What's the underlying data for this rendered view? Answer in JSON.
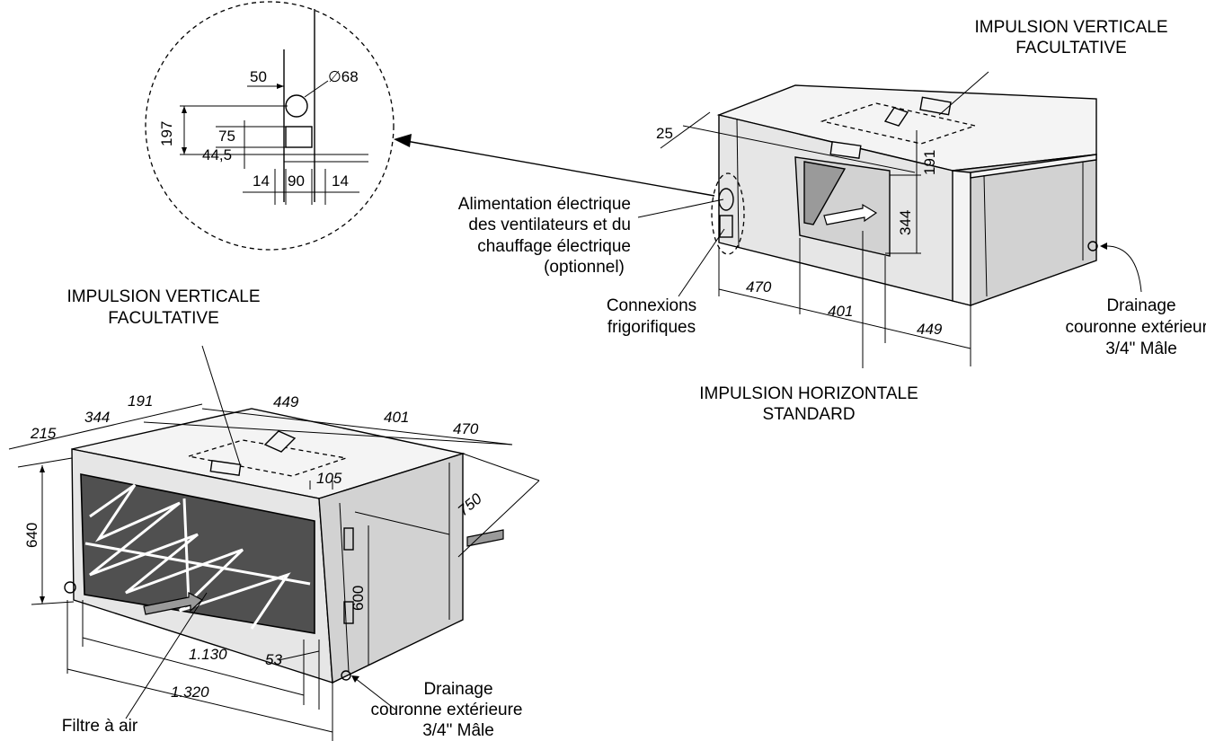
{
  "detail": {
    "dims": {
      "d50": "50",
      "d68": "∅68",
      "d197": "197",
      "d75": "75",
      "d445": "44,5",
      "d14a": "14",
      "d90": "90",
      "d14b": "14"
    }
  },
  "right_unit": {
    "top_label_1": "IMPULSION VERTICALE",
    "top_label_2": "FACULTATIVE",
    "power_label_1": "Alimentation électrique",
    "power_label_2": "des ventilateurs et du",
    "power_label_3": "chauffage électrique",
    "power_label_4": "(optionnel)",
    "conn_label_1": "Connexions",
    "conn_label_2": "frigorifiques",
    "drain_label_1": "Drainage",
    "drain_label_2": "couronne extérieure",
    "drain_label_3": "3/4\" Mâle",
    "horiz_label_1": "IMPULSION HORIZONTALE",
    "horiz_label_2": "STANDARD",
    "dims": {
      "d25": "25",
      "d191": "191",
      "d344": "344",
      "d470": "470",
      "d401": "401",
      "d449": "449"
    }
  },
  "left_unit": {
    "top_label_1": "IMPULSION VERTICALE",
    "top_label_2": "FACULTATIVE",
    "drain_label_1": "Drainage",
    "drain_label_2": "couronne extérieure",
    "drain_label_3": "3/4\" Mâle",
    "filter_label": "Filtre à air",
    "dims": {
      "d215": "215",
      "d344": "344",
      "d191": "191",
      "d449": "449",
      "d401": "401",
      "d470": "470",
      "d105": "105",
      "d750": "750",
      "d640": "640",
      "d600": "600",
      "d1130": "1.130",
      "d53": "53",
      "d1320": "1.320"
    }
  }
}
